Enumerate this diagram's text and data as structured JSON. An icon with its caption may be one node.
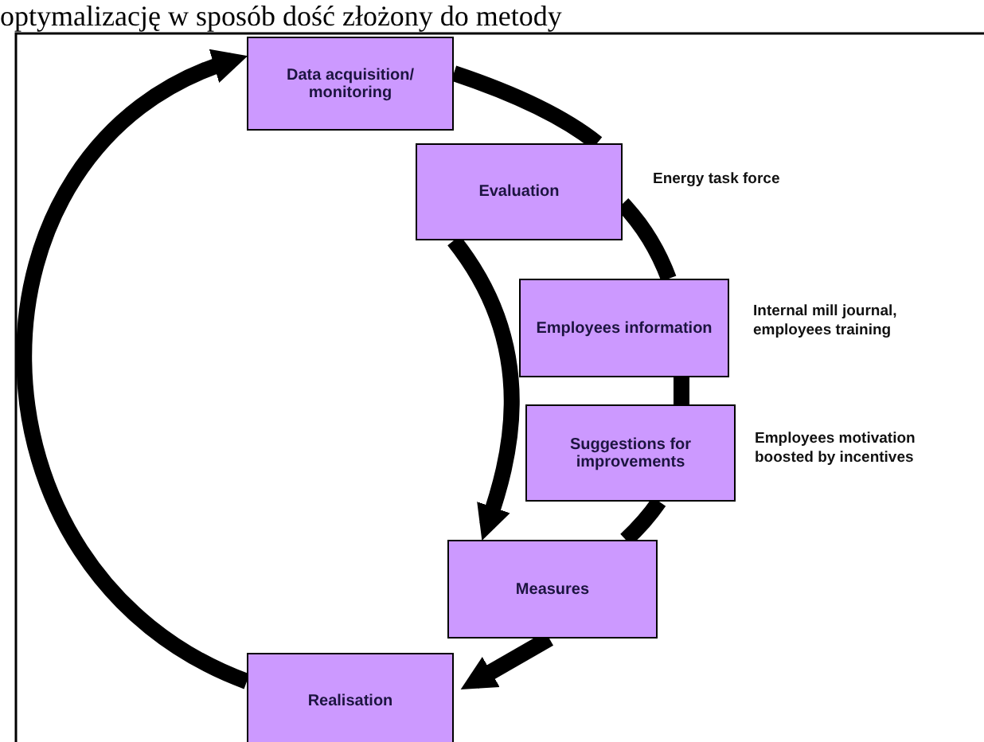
{
  "diagram": {
    "nodes": [
      {
        "text": [
          "Data acquisition/ monitoring"
        ]
      },
      {
        "text": [
          "Evaluation"
        ],
        "beside": [
          "Energy task force"
        ]
      },
      {
        "text": [
          "Employees information"
        ],
        "beside": [
          "Internal mill journal, employees training"
        ]
      },
      {
        "text": [
          "Suggestions for improvements"
        ],
        "beside": [
          "Employees motivation boosted by incentives"
        ]
      },
      {
        "text": [
          "Measures"
        ]
      },
      {
        "text": [
          "Realisation"
        ]
      }
    ],
    "edges": [
      {
        "from": 0,
        "to": 1,
        "arrow": "none"
      },
      {
        "from": 1,
        "to": 2,
        "arrow": "none"
      },
      {
        "from": 2,
        "to": 3,
        "arrow": "none"
      },
      {
        "from": 3,
        "to": 4,
        "arrow": "none"
      },
      {
        "from": 4,
        "to": 5,
        "arrow": "to"
      },
      {
        "from": 5,
        "to": 0,
        "arrow": "to"
      },
      {
        "from": 1,
        "to": 4,
        "arrow": "to"
      }
    ],
    "labels": [
      "optymalizację w sposób dość złożony do metody"
    ]
  }
}
